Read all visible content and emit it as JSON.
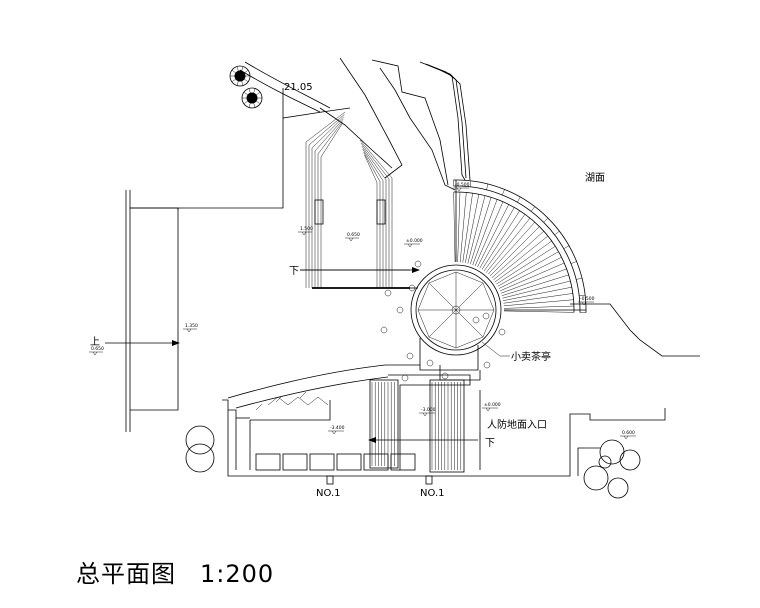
{
  "title": {
    "main": "总平面图",
    "scale": "1:200"
  },
  "labels": {
    "lake": "湖面",
    "kiosk": "小卖茶亭",
    "shelter_entrance": "人防地面入口",
    "down_1": "下",
    "down_2": "下",
    "up": "上",
    "tag": "21.05",
    "no1_a": "NO.1",
    "no1_b": "NO.1"
  },
  "levels": {
    "l_1500": "1.500",
    "l_0650_top": "0.650",
    "l_0000_top": "±0.000",
    "l_0500_a": "-0.500",
    "l_0500_b": "-0.500",
    "l_1350": "1.350",
    "l_0650_left": "0.650",
    "l_3400": "-3.400",
    "l_3000": "-3.000",
    "l_0000_mid": "±0.000",
    "l_0600": "0.600"
  },
  "colors": {
    "line": "#000000",
    "background": "#ffffff"
  }
}
